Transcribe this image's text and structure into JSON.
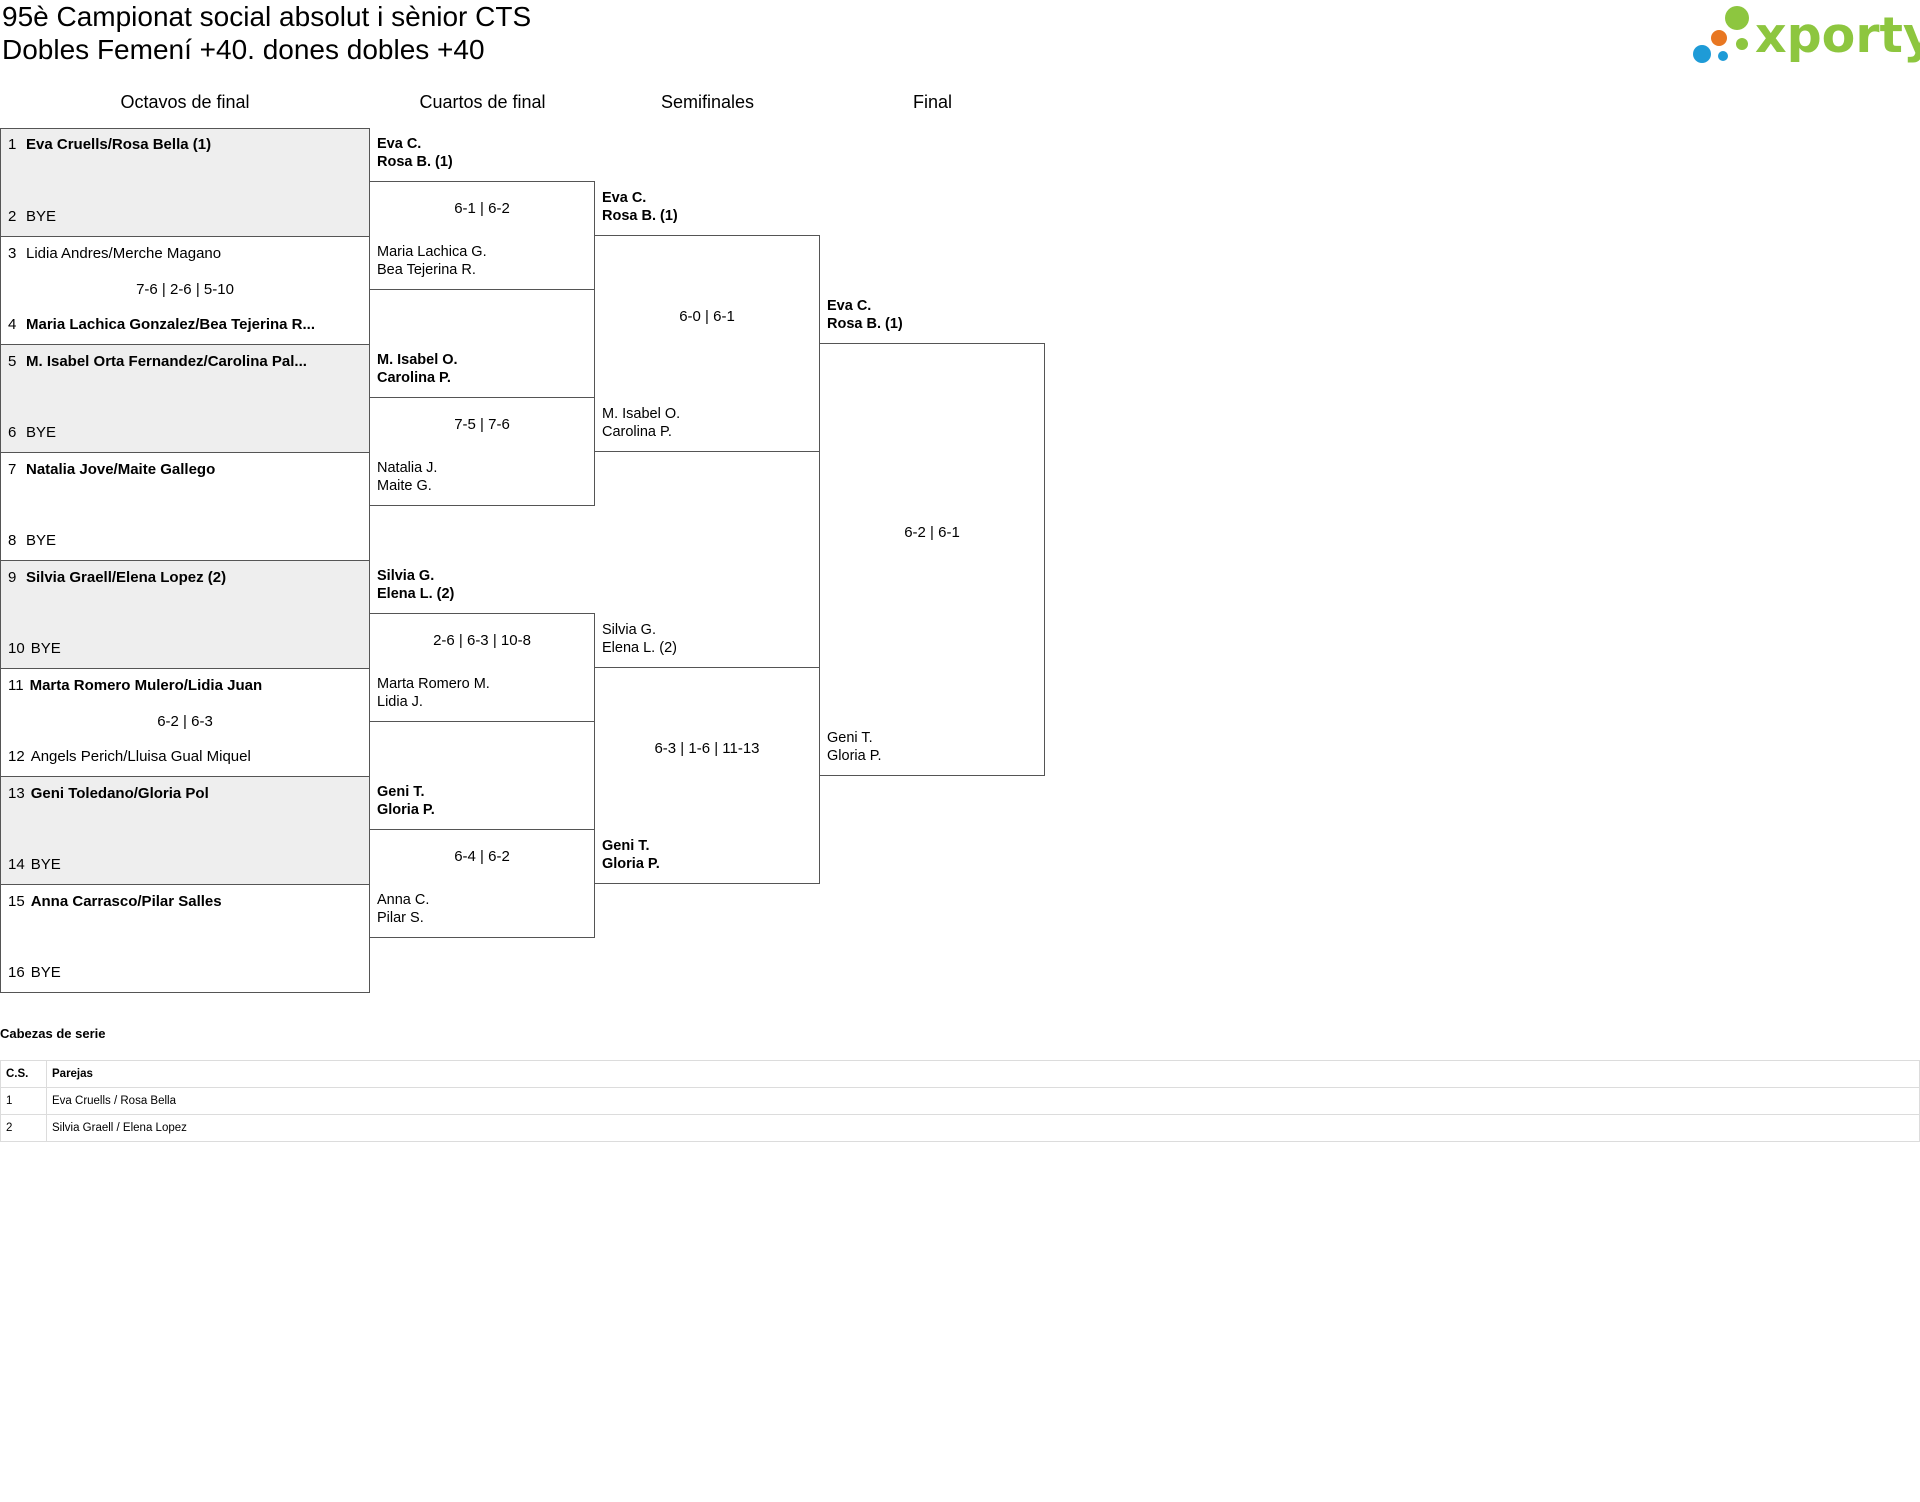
{
  "header": {
    "title_line1": "95è Campionat social absolut i sènior CTS",
    "title_line2": "Dobles Femení +40. dones dobles +40",
    "logo_text": "xporty",
    "logo_colors": [
      "#8dc63f",
      "#e87722",
      "#1e9bd7"
    ]
  },
  "rounds": [
    "Octavos de final",
    "Cuartos de final",
    "Semifinales",
    "Final"
  ],
  "octavos": {
    "entries": [
      {
        "num": "1",
        "name": "Eva Cruells/Rosa Bella (1)"
      },
      {
        "num": "2",
        "name": "BYE"
      },
      {
        "num": "3",
        "name": "Lidia Andres/Merche Magano"
      },
      {
        "num": "4",
        "name": "Maria Lachica Gonzalez/Bea Tejerina R..."
      },
      {
        "num": "5",
        "name": "M. Isabel Orta Fernandez/Carolina Pal..."
      },
      {
        "num": "6",
        "name": "BYE"
      },
      {
        "num": "7",
        "name": "Natalia Jove/Maite Gallego"
      },
      {
        "num": "8",
        "name": "BYE"
      },
      {
        "num": "9",
        "name": "Silvia Graell/Elena Lopez (2)"
      },
      {
        "num": "10",
        "name": "BYE"
      },
      {
        "num": "11",
        "name": "Marta Romero Mulero/Lidia Juan"
      },
      {
        "num": "12",
        "name": "Angels Perich/Lluisa Gual Miquel"
      },
      {
        "num": "13",
        "name": "Geni Toledano/Gloria Pol"
      },
      {
        "num": "14",
        "name": "BYE"
      },
      {
        "num": "15",
        "name": "Anna Carrasco/Pilar Salles"
      },
      {
        "num": "16",
        "name": "BYE"
      }
    ],
    "scores": [
      "7-6 | 2-6 | 5-10",
      "6-2 | 6-3"
    ]
  },
  "cuartos": {
    "pairs": [
      [
        "Eva C.",
        "Rosa B. (1)"
      ],
      [
        "Maria Lachica G.",
        "Bea Tejerina R."
      ],
      [
        "M. Isabel O.",
        "Carolina P."
      ],
      [
        "Natalia J.",
        "Maite G."
      ],
      [
        "Silvia G.",
        "Elena L. (2)"
      ],
      [
        "Marta Romero M.",
        "Lidia J."
      ],
      [
        "Geni T.",
        "Gloria P."
      ],
      [
        "Anna C.",
        "Pilar S."
      ]
    ],
    "scores": [
      "6-1 | 6-2",
      "7-5 | 7-6",
      "2-6 | 6-3 | 10-8",
      "6-4 | 6-2"
    ]
  },
  "semis": {
    "pairs": [
      [
        "Eva C.",
        "Rosa B. (1)"
      ],
      [
        "M. Isabel O.",
        "Carolina P."
      ],
      [
        "Silvia G.",
        "Elena L. (2)"
      ],
      [
        "Geni T.",
        "Gloria P."
      ]
    ],
    "scores": [
      "6-0 | 6-1",
      "6-3 | 1-6 | 11-13"
    ]
  },
  "final": {
    "pairs": [
      [
        "Eva C.",
        "Rosa B. (1)"
      ],
      [
        "Geni T.",
        "Gloria P."
      ]
    ],
    "score": "6-2 | 6-1"
  },
  "seeds": {
    "title": "Cabezas de serie",
    "headers": [
      "C.S.",
      "Parejas"
    ],
    "rows": [
      [
        "1",
        "Eva Cruells / Rosa Bella"
      ],
      [
        "2",
        "Silvia Graell / Elena Lopez"
      ]
    ]
  }
}
